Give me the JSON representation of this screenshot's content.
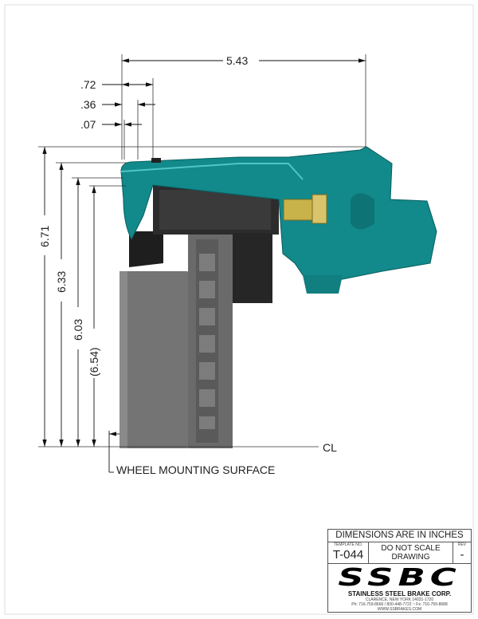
{
  "dimensions": {
    "overall_width": "5.43",
    "d1": ".72",
    "d2": ".36",
    "d3": ".07",
    "h1": "6.71",
    "h2": "6.33",
    "h3": "6.03",
    "h4_reference": "(6.54)"
  },
  "labels": {
    "wheel_mounting_surface": "WHEEL MOUNTING SURFACE",
    "centerline": "CL"
  },
  "colors": {
    "caliper": "#12898a",
    "rotor": "#6f6f6f",
    "pads": "#2a2a2a",
    "fitting": "#c8b24a"
  },
  "title_block": {
    "units_note": "DIMENSIONS ARE IN INCHES",
    "template_label": "TEMPLATE NO.",
    "template_no": "T-044",
    "scale_note_1": "DO NOT SCALE",
    "scale_note_2": "DRAWING",
    "rev_label": "REV",
    "rev": "-",
    "logo": "SSBC",
    "company": "STAINLESS STEEL BRAKE CORP.",
    "address": "CLARENCE, NEW YORK 14031-1720",
    "phone": "Ph: 716-759-8666 / 800-448-7722 ~ Fx: 716-759-8688",
    "website": "WWW.SSBRAKES.COM"
  }
}
